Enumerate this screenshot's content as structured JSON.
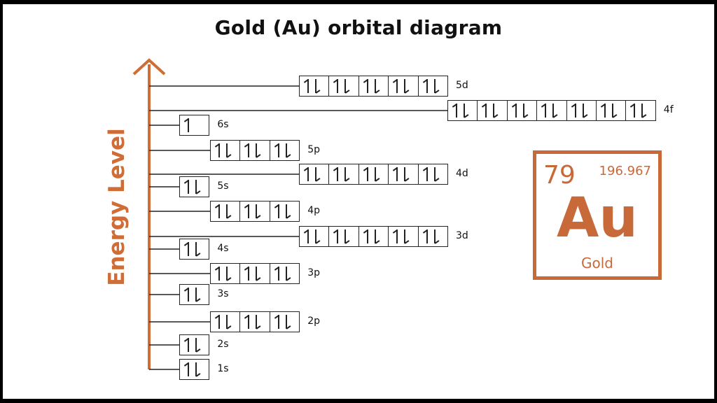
{
  "title": "Gold (Au) orbital diagram",
  "y_axis_label": "Energy Level",
  "colors": {
    "accent": "#d06c36",
    "box_border": "#222222"
  },
  "orbitals": [
    {
      "label": "5d",
      "boxes": 5,
      "electrons": [
        2,
        2,
        2,
        2,
        2
      ]
    },
    {
      "label": "4f",
      "boxes": 7,
      "electrons": [
        2,
        2,
        2,
        2,
        2,
        2,
        2
      ]
    },
    {
      "label": "6s",
      "boxes": 1,
      "electrons": [
        1
      ]
    },
    {
      "label": "5p",
      "boxes": 3,
      "electrons": [
        2,
        2,
        2
      ]
    },
    {
      "label": "4d",
      "boxes": 5,
      "electrons": [
        2,
        2,
        2,
        2,
        2
      ]
    },
    {
      "label": "5s",
      "boxes": 1,
      "electrons": [
        2
      ]
    },
    {
      "label": "4p",
      "boxes": 3,
      "electrons": [
        2,
        2,
        2
      ]
    },
    {
      "label": "3d",
      "boxes": 5,
      "electrons": [
        2,
        2,
        2,
        2,
        2
      ]
    },
    {
      "label": "4s",
      "boxes": 1,
      "electrons": [
        2
      ]
    },
    {
      "label": "3p",
      "boxes": 3,
      "electrons": [
        2,
        2,
        2
      ]
    },
    {
      "label": "3s",
      "boxes": 1,
      "electrons": [
        2
      ]
    },
    {
      "label": "2p",
      "boxes": 3,
      "electrons": [
        2,
        2,
        2
      ]
    },
    {
      "label": "2s",
      "boxes": 1,
      "electrons": [
        2
      ]
    },
    {
      "label": "1s",
      "boxes": 1,
      "electrons": [
        2
      ]
    }
  ],
  "element": {
    "atomic_number": "79",
    "atomic_mass": "196.967",
    "symbol": "Au",
    "name": "Gold"
  }
}
